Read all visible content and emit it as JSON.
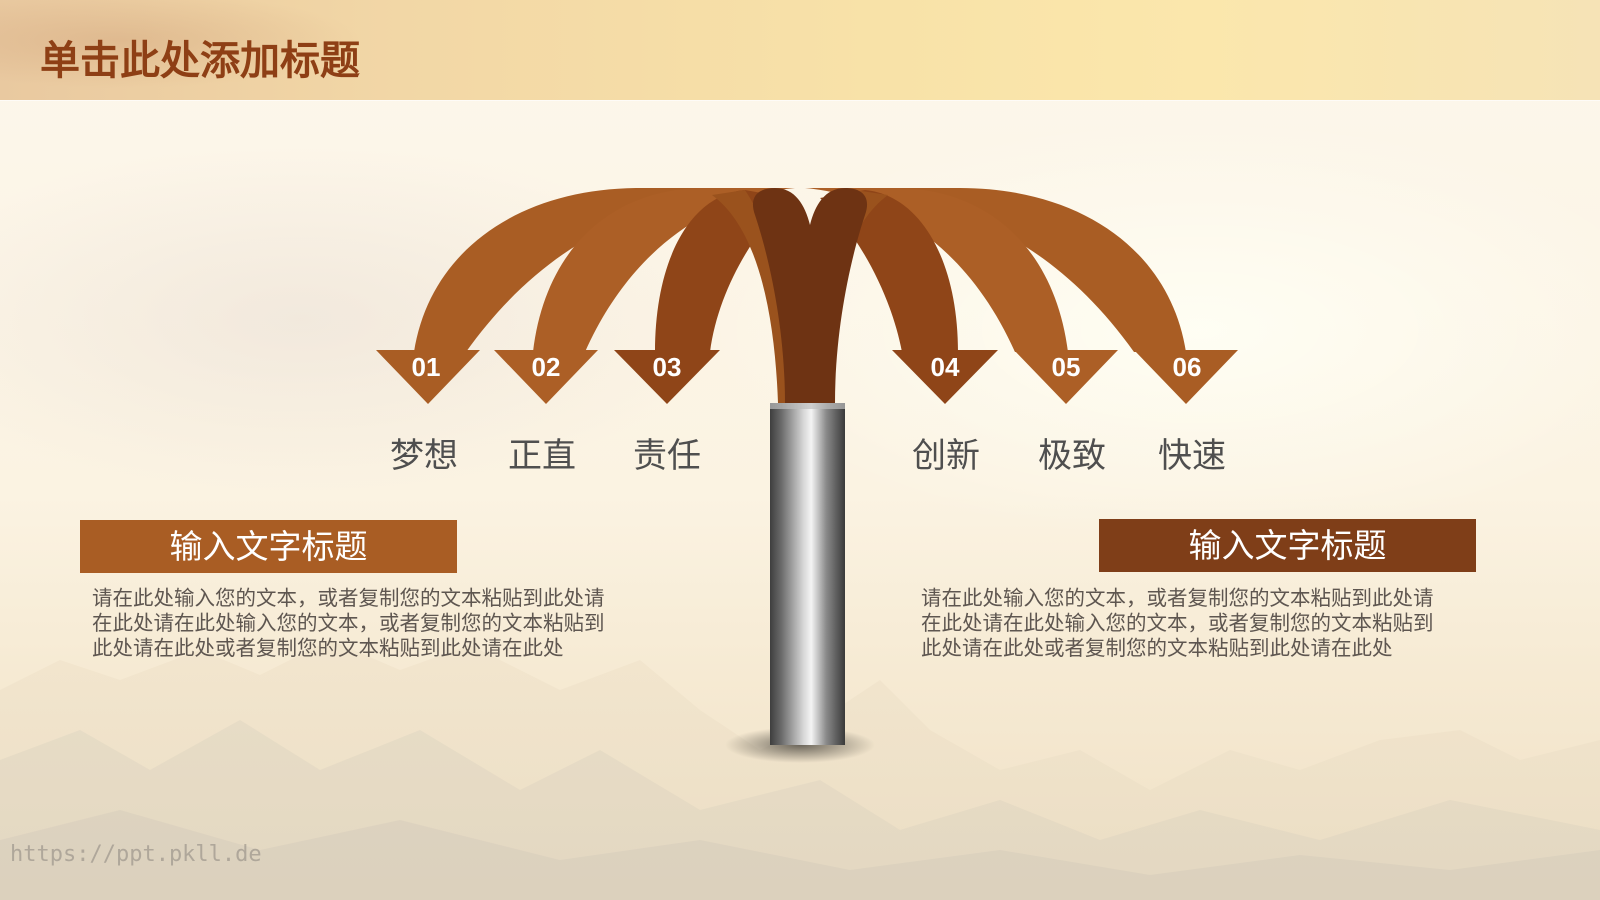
{
  "slide": {
    "title": "单击此处添加标题",
    "colors": {
      "title": "#8e3f15",
      "arrow_light": "#a95d24",
      "arrow_mid": "#8f4518",
      "arrow_dark": "#6e3313",
      "box_left": "#a95d24",
      "box_right": "#7f3e18",
      "pole": "#9a9a9a"
    }
  },
  "diagram": {
    "items": [
      {
        "number": "01",
        "label": "梦想"
      },
      {
        "number": "02",
        "label": "正直"
      },
      {
        "number": "03",
        "label": "责任"
      },
      {
        "number": "04",
        "label": "创新"
      },
      {
        "number": "05",
        "label": "极致"
      },
      {
        "number": "06",
        "label": "快速"
      }
    ]
  },
  "left_panel": {
    "heading": "输入文字标题",
    "lines": [
      "请在此处输入您的文本，或者复制您的文本粘贴到此处请",
      "在此处请在此处输入您的文本，或者复制您的文本粘贴到",
      "此处请在此处或者复制您的文本粘贴到此处请在此处"
    ]
  },
  "right_panel": {
    "heading": "输入文字标题",
    "lines": [
      "请在此处输入您的文本，或者复制您的文本粘贴到此处请",
      "在此处请在此处输入您的文本，或者复制您的文本粘贴到",
      "此处请在此处或者复制您的文本粘贴到此处请在此处"
    ]
  },
  "watermark": "https://ppt.pkll.de"
}
